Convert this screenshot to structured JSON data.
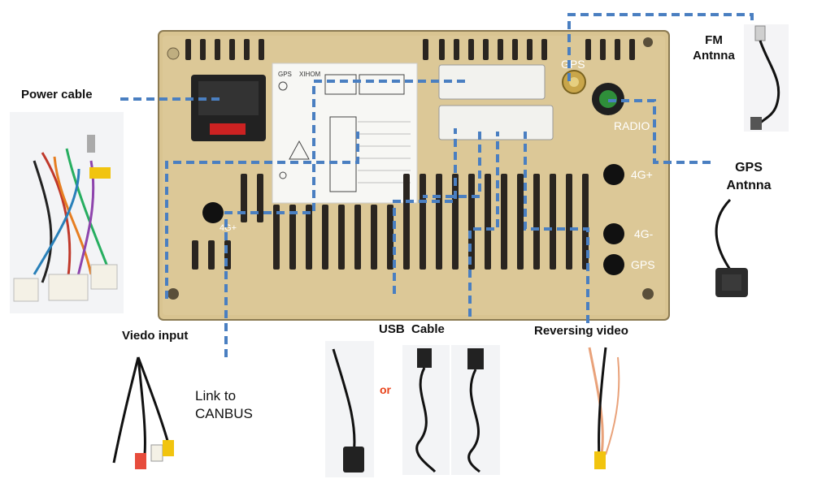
{
  "labels": {
    "power_cable": "Power cable",
    "fm_antenna": "FM Antnna",
    "gps_antenna": "GPS Antnna",
    "video_input": "Viedo input",
    "canbus": "Link to CANBUS",
    "usb_cable": "USB  Cable",
    "reversing_video": "Reversing video",
    "or": "or"
  },
  "panel_markings": {
    "gps_port": "GPS",
    "radio_port": "RADIO",
    "port_4g_plus": "4G+",
    "port_4g_minus": "4G-",
    "gps_lower": "GPS",
    "left_4g": "4G+",
    "sticker_top_left": "GPS",
    "sticker_brand": "XIHOM"
  },
  "colors": {
    "panel": "#d9c491",
    "panel_dark": "#2a2520",
    "leader_line": "#4a7fc1",
    "or_text": "#e8431a"
  }
}
